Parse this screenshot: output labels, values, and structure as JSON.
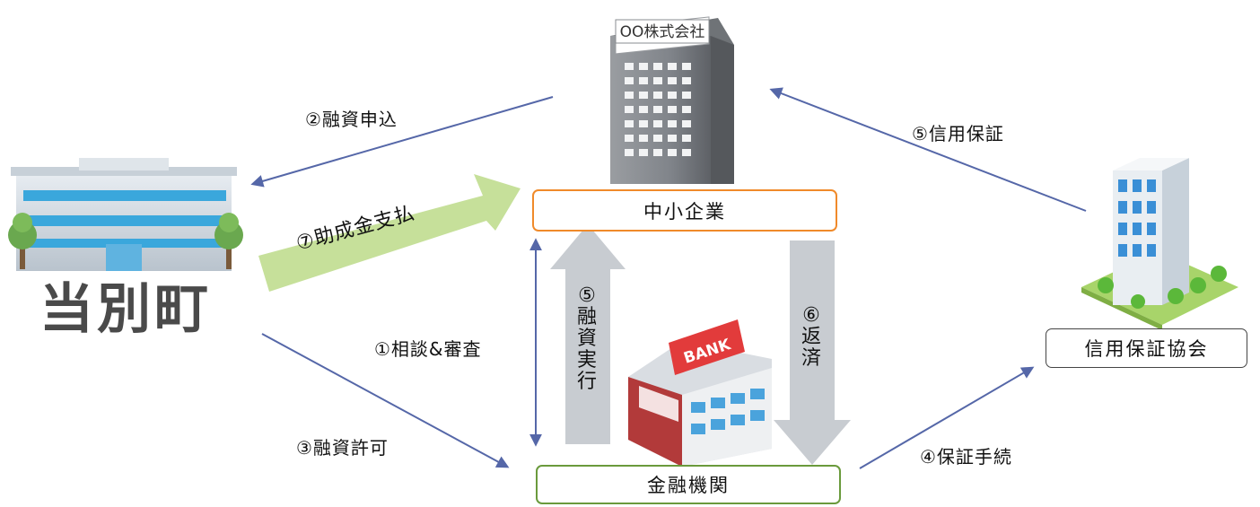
{
  "company_sign": "OO株式会社",
  "town_name": "当別町",
  "bank_sign": "BANK",
  "nodes": {
    "sme": "中小企業",
    "bank": "金融機関",
    "guarantee": "信用保証協会"
  },
  "labels": {
    "consult": "①相談&審査",
    "apply": "②融資申込",
    "permit": "③融資許可",
    "procedure": "④保証手続",
    "credit_guarantee": "⑤信用保証",
    "subsidy": "⑦助成金支払"
  },
  "vertical_labels": {
    "loan_exec": [
      "⑤",
      "融",
      "資",
      "実",
      "行"
    ],
    "repay": [
      "⑥",
      "返",
      "済"
    ]
  },
  "colors": {
    "line": "#5567a8",
    "big_arrow": "#c8ccd1",
    "subsidy_arrow": "#c6e09a",
    "sme_border": "#f08a2a",
    "bank_border": "#6a9a3c",
    "guarantee_border": "#444444"
  }
}
